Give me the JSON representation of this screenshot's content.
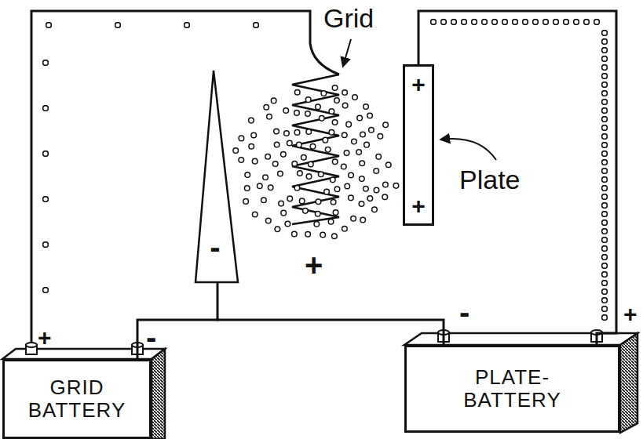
{
  "diagram": {
    "nodes": [
      {
        "text": [
          "-"
        ]
      },
      {
        "text": [
          "+",
          "+"
        ]
      },
      {
        "text": [
          "GRID BATTERY"
        ]
      },
      {
        "text": [
          "PLATE- BATTERY"
        ]
      }
    ],
    "edges": [
      {
        "from": 0,
        "to": 2,
        "arrow": "none"
      },
      {
        "from": 0,
        "to": 3,
        "arrow": "none"
      },
      {
        "from": 3,
        "to": 1,
        "arrow": "none"
      }
    ],
    "labels": [
      "Grid",
      "Plate",
      "+",
      "+",
      "-",
      "-",
      "+"
    ]
  }
}
